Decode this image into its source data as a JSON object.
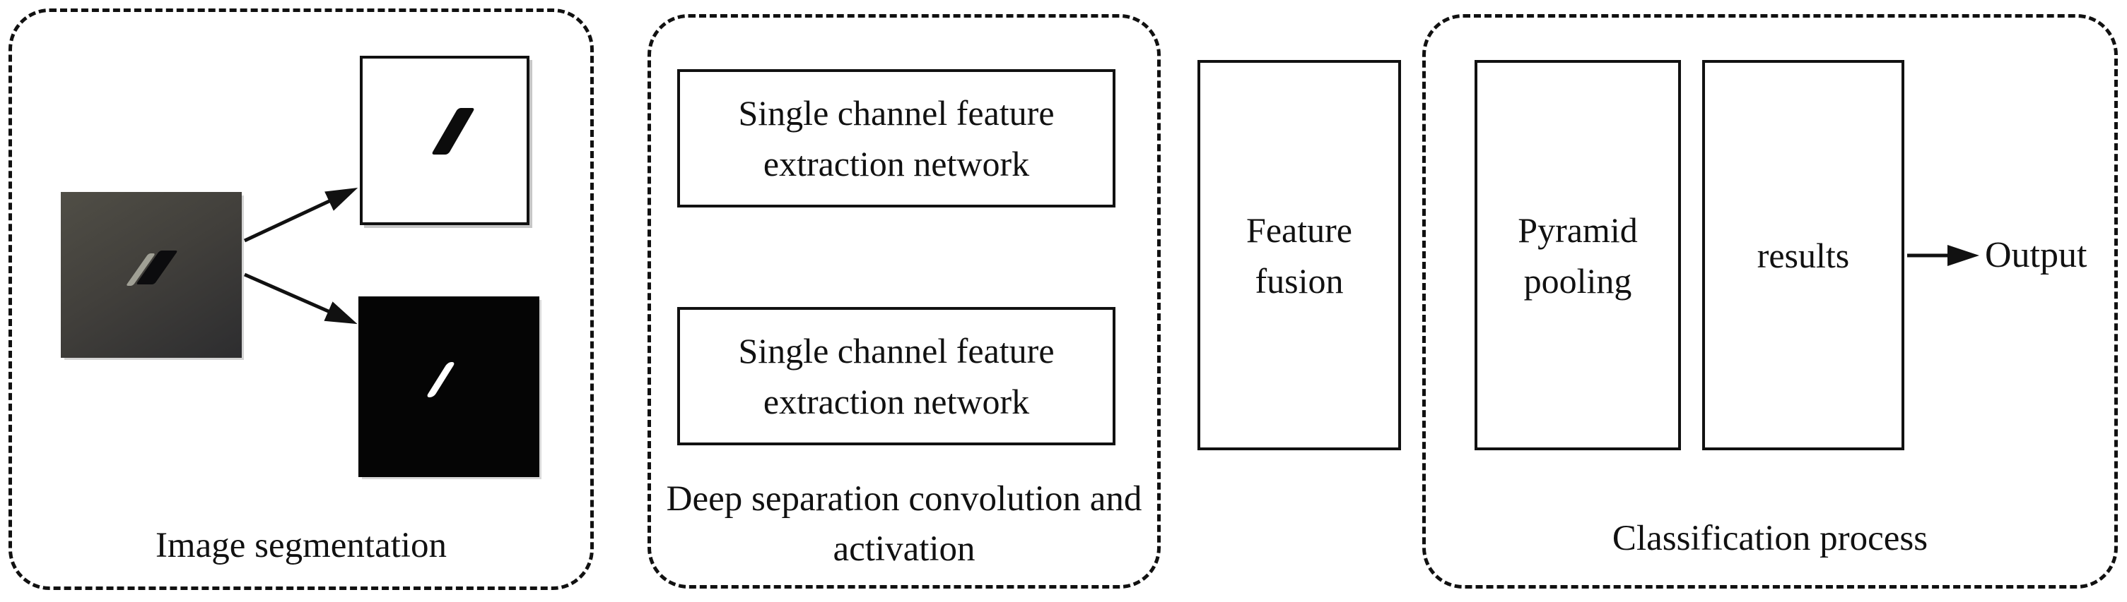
{
  "panels": {
    "segmentation": {
      "caption": "Image segmentation"
    },
    "deep_separation": {
      "caption": "Deep separation convolution and activation",
      "box1_label": "Single channel feature extraction network",
      "box2_label": "Single channel feature extraction network"
    },
    "feature_fusion": {
      "label": "Feature fusion"
    },
    "classification": {
      "caption": "Classification process",
      "box1_label": "Pyramid pooling",
      "box2_label": "results"
    },
    "output_label": "Output"
  },
  "colors": {
    "stroke": "#111111",
    "background": "#ffffff",
    "photo_gradient_start": "#504e46",
    "photo_gradient_end": "#2d2d2f",
    "photo_highlight": "#a0a095"
  }
}
